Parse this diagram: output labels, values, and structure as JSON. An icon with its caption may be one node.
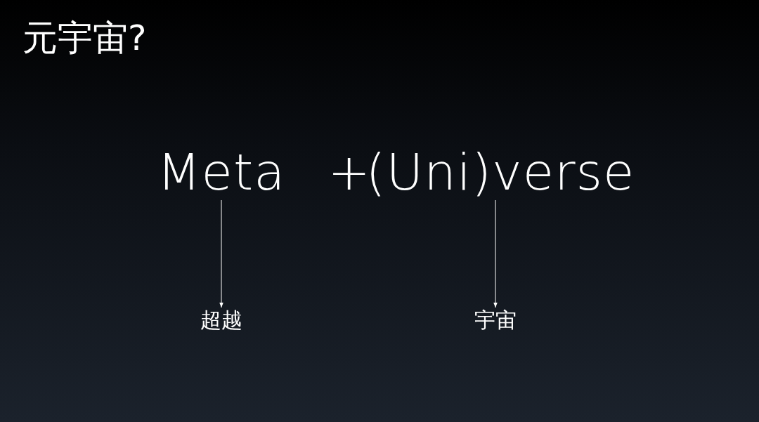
{
  "diagram": {
    "title": "元宇宙?",
    "nodes": [
      {
        "text": [
          "Meta"
        ]
      },
      {
        "text": [
          "(Uni)verse"
        ]
      },
      {
        "text": [
          "超越"
        ]
      },
      {
        "text": [
          "宇宙"
        ]
      }
    ],
    "edges": [
      {
        "from": 0,
        "to": 2,
        "arrow": "to"
      },
      {
        "from": 1,
        "to": 3,
        "arrow": "to"
      }
    ],
    "labels": [
      "+"
    ]
  }
}
